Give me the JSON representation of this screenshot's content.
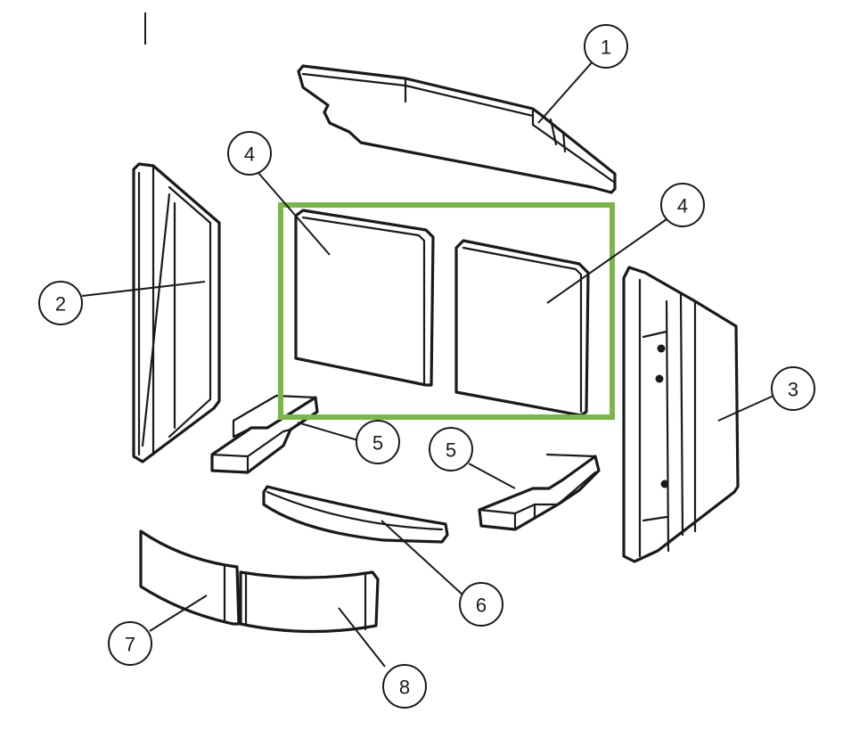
{
  "highlight_color": "#7ab648",
  "callouts": [
    {
      "id": "part-1",
      "label": "1"
    },
    {
      "id": "part-2",
      "label": "2"
    },
    {
      "id": "part-3",
      "label": "3"
    },
    {
      "id": "part-4a",
      "label": "4"
    },
    {
      "id": "part-4b",
      "label": "4"
    },
    {
      "id": "part-5a",
      "label": "5"
    },
    {
      "id": "part-5b",
      "label": "5"
    },
    {
      "id": "part-6",
      "label": "6"
    },
    {
      "id": "part-7",
      "label": "7"
    },
    {
      "id": "part-8",
      "label": "8"
    }
  ]
}
